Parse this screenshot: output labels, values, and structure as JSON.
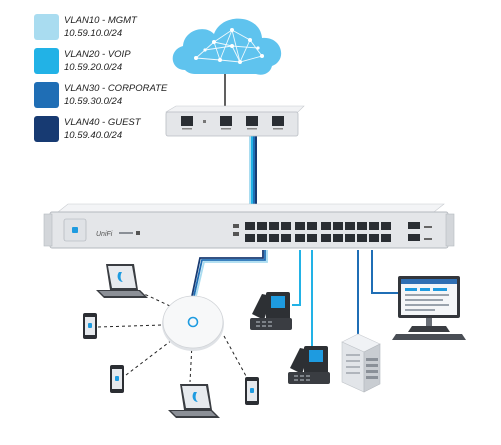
{
  "legend": [
    {
      "name": "VLAN10 - MGMT",
      "subnet": "10.59.10.0/24",
      "color": "#a9dcf0"
    },
    {
      "name": "VLAN20 - VOIP",
      "subnet": "10.59.20.0/24",
      "color": "#22b2e6"
    },
    {
      "name": "VLAN30 - CORPORATE",
      "subnet": "10.59.30.0/24",
      "color": "#1f6eb5"
    },
    {
      "name": "VLAN40 - GUEST",
      "subnet": "10.59.40.0/24",
      "color": "#173a72"
    }
  ],
  "switch": {
    "brand": "UniFi"
  },
  "colors": {
    "cloud": "#5fc3ee",
    "device_body": "#e4e6e9",
    "port": "#2a2e33",
    "accent": "#1e9be0",
    "link": "#2a2a2a"
  },
  "icons": [
    "cloud-icon",
    "gateway-icon",
    "switch-icon",
    "laptop-icon",
    "smartphone-icon",
    "access-point-icon",
    "ip-phone-icon",
    "server-icon",
    "desktop-monitor-icon"
  ]
}
